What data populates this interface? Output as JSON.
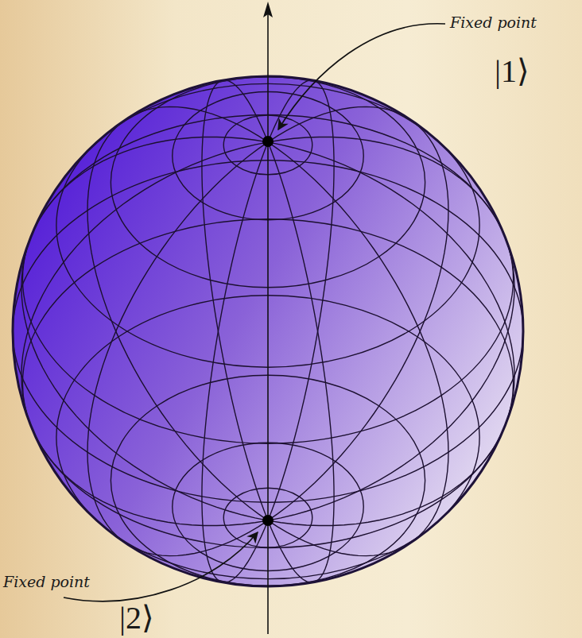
{
  "diagram": {
    "labels": [
      "Fixed point",
      "|1⟩",
      "Fixed point",
      "|2⟩"
    ]
  }
}
